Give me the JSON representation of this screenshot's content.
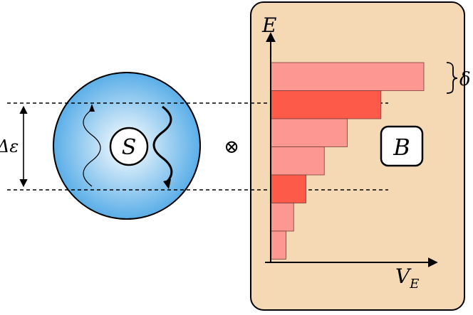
{
  "system": {
    "label": "S",
    "gap_label": "Δε",
    "fill_center": "#ffffff",
    "fill_edge": "#5aaee8"
  },
  "operator": "⊗",
  "bath": {
    "label": "B",
    "background": "#f5d9b5",
    "energy_axis_label": "E",
    "volume_axis_label": "V",
    "volume_axis_subscript": "E",
    "spacing_label": "δ",
    "levels": [
      {
        "width": 1.0,
        "highlight": false
      },
      {
        "width": 0.72,
        "highlight": true
      },
      {
        "width": 0.5,
        "highlight": false
      },
      {
        "width": 0.35,
        "highlight": false
      },
      {
        "width": 0.23,
        "highlight": true
      },
      {
        "width": 0.15,
        "highlight": false
      },
      {
        "width": 0.1,
        "highlight": false
      }
    ],
    "bar_color": "#fc9792",
    "highlight_color": "#fd5a4a"
  }
}
